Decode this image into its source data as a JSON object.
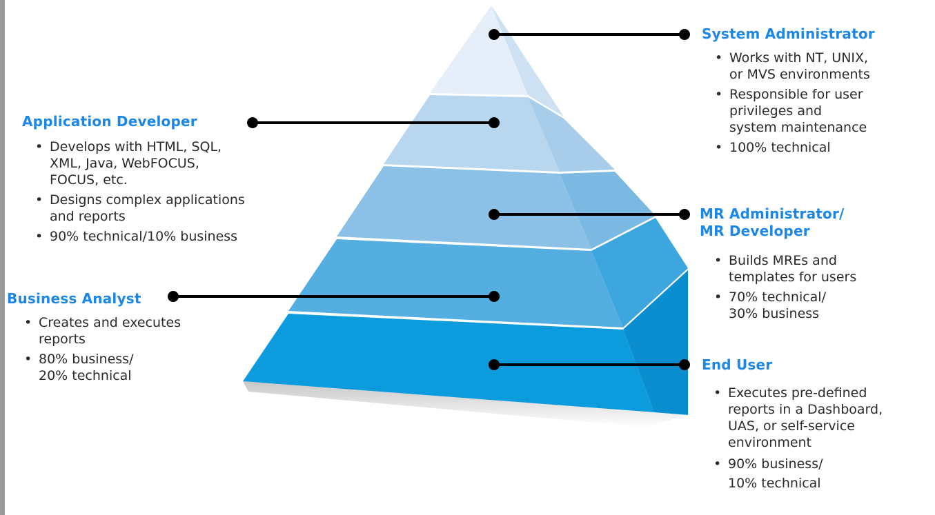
{
  "colors": {
    "title": "#1c87e6",
    "body_text": "#2a2a2a",
    "connector": "#000000",
    "tier_front": [
      "#e6eff9",
      "#b9d6ef",
      "#8bc1e6",
      "#55aee0",
      "#0c9bdd"
    ],
    "tier_side": [
      "#cde1f3",
      "#a8cdea",
      "#7bb9e3",
      "#3ea6de",
      "#0a8ecf"
    ]
  },
  "roles": {
    "system_admin": {
      "title": [
        "System Administrator"
      ],
      "bullets": [
        [
          "Works with NT, UNIX,",
          "or MVS environments"
        ],
        [
          "Responsible for user",
          "privileges and",
          "system maintenance"
        ],
        [
          "100% technical"
        ]
      ]
    },
    "app_dev": {
      "title": [
        "Application Developer"
      ],
      "bullets": [
        [
          "Develops with HTML, SQL,",
          "XML, Java, WebFOCUS,",
          "FOCUS, etc."
        ],
        [
          "Designs complex applications",
          "and reports"
        ],
        [
          "90% technical/10% business"
        ]
      ]
    },
    "mr_admin": {
      "title": [
        "MR Administrator/",
        "MR Developer"
      ],
      "bullets": [
        [
          "Builds MREs and",
          "templates for users"
        ],
        [
          "70% technical/",
          "30% business"
        ]
      ]
    },
    "business_analyst": {
      "title": [
        "Business Analyst"
      ],
      "bullets": [
        [
          "Creates and executes",
          "reports"
        ],
        [
          "80% business/",
          "20% technical"
        ]
      ]
    },
    "end_user": {
      "title": [
        "End User"
      ],
      "bullets": [
        [
          "Executes pre-defined",
          "reports in a Dashboard,",
          "UAS, or self-service",
          "environment"
        ],
        [
          "90% business/",
          "10% technical"
        ]
      ]
    }
  }
}
